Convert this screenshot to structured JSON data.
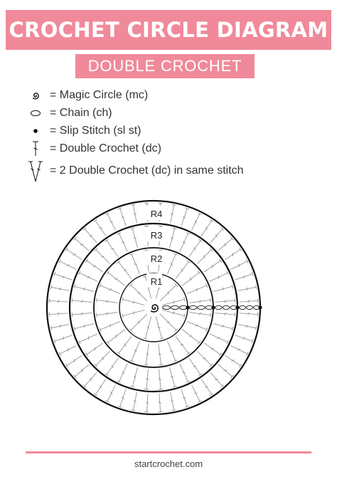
{
  "header": {
    "title": "CROCHET CIRCLE DIAGRAM",
    "subtitle": "DOUBLE CROCHET"
  },
  "legend": [
    {
      "icon": "magic-circle-icon",
      "label": "= Magic Circle (mc)"
    },
    {
      "icon": "chain-icon",
      "label": "= Chain (ch)"
    },
    {
      "icon": "slip-stitch-icon",
      "label": "= Slip Stitch (sl st)"
    },
    {
      "icon": "double-crochet-icon",
      "label": "= Double Crochet (dc)"
    },
    {
      "icon": "two-double-crochet-icon",
      "label": "= 2 Double Crochet (dc) in same stitch"
    }
  ],
  "diagram": {
    "rounds": [
      "R1",
      "R2",
      "R3",
      "R4"
    ],
    "stitch_counts": [
      12,
      24,
      36,
      48
    ]
  },
  "footer": {
    "text": "startcrochet.com"
  },
  "colors": {
    "accent": "#f08a9a",
    "background": "#ffffff",
    "ink": "#111111"
  }
}
